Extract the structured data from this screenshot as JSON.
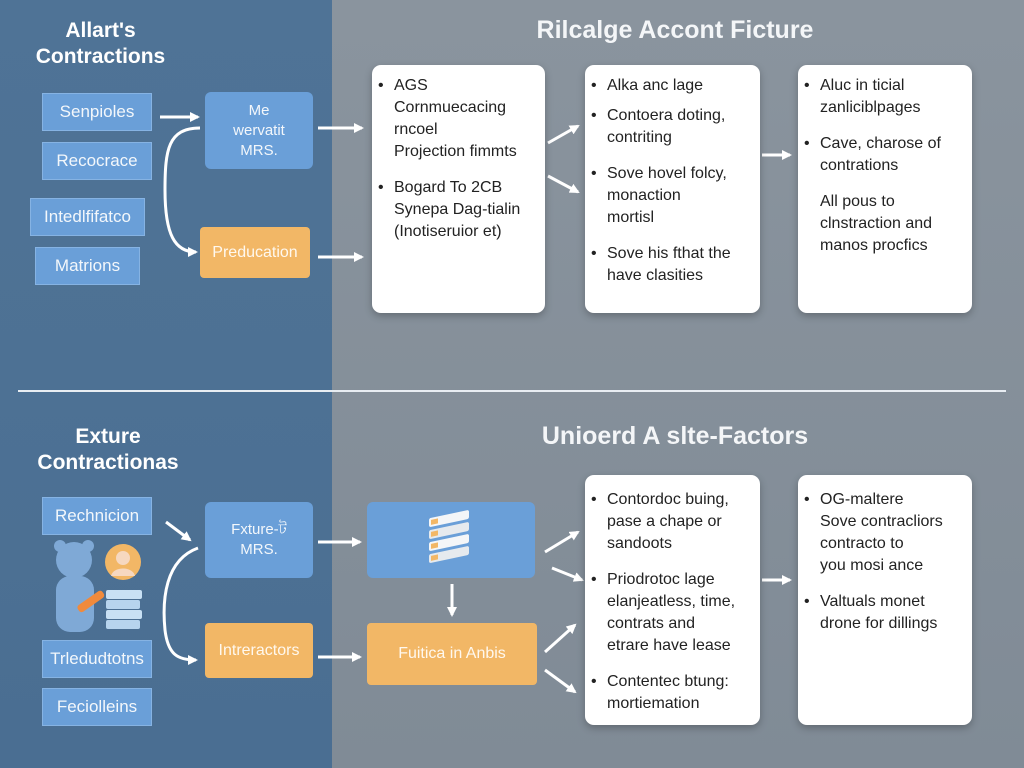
{
  "top": {
    "left_title": [
      "Allart's",
      "Contractions"
    ],
    "right_title": "Rilcalge Accont Ficture",
    "tags": [
      "Senpioles",
      "Recocrace",
      "Intedlfifatco",
      "Matrions"
    ],
    "blue_node": [
      "Me",
      "wervatit",
      "MRS."
    ],
    "orange_node": "Preducation",
    "card1": [
      {
        "bullet": true,
        "lines": [
          "AGS",
          "Cornmuecacing",
          "rncoel",
          "Projection fimmts"
        ]
      },
      {
        "bullet": true,
        "lines": [
          "Bogard To 2CB",
          "Synepa Dag-tialin",
          "(Inotiseruior et)"
        ]
      }
    ],
    "card2": [
      {
        "bullet": true,
        "lines": [
          "Alka anc lage"
        ]
      },
      {
        "bullet": true,
        "lines": [
          "Contoera doting,",
          "contriting"
        ]
      },
      {
        "bullet": true,
        "lines": [
          "Sove hovel folcy,",
          "monaction",
          "mortisl"
        ]
      },
      {
        "bullet": true,
        "lines": [
          "Sove his fthat the",
          "have clasities"
        ]
      }
    ],
    "card3": [
      {
        "bullet": true,
        "lines": [
          "Aluc in ticial",
          "zanliciblpages"
        ]
      },
      {
        "bullet": true,
        "lines": [
          "Cave, charose of",
          "contrations"
        ]
      },
      {
        "bullet": false,
        "lines": [
          "All pous to",
          "clnstraction and",
          "manos procfics"
        ]
      }
    ]
  },
  "bottom": {
    "left_title": [
      "Exture",
      "Contractionas"
    ],
    "right_title": "Unioerd A slte-Factors",
    "tags": [
      "Rechnicion",
      "Trledudtotns",
      "Feciolleins"
    ],
    "blue_node": [
      "Fxture-ট",
      "MRS."
    ],
    "orange_node": "Intreractors",
    "orange_node2": "Fuitica in Anbis",
    "card2": [
      {
        "bullet": true,
        "lines": [
          "Contordoc buing,",
          "pase a chape or",
          "sandoots"
        ]
      },
      {
        "bullet": true,
        "lines": [
          "Priodrotoc lage",
          "elanjeatless, time,",
          "contrats and",
          "etrare have lease"
        ]
      },
      {
        "bullet": true,
        "lines": [
          "Contentec btung:",
          "mortiemation"
        ]
      }
    ],
    "card3": [
      {
        "bullet": true,
        "lines": [
          "OG-maltere",
          "Sove contracliors",
          "contracto to",
          "you mosi ance"
        ]
      },
      {
        "bullet": true,
        "lines": [
          "Valtuals monet",
          "drone for dillings"
        ]
      }
    ]
  },
  "icons": [
    "server-stack-icon",
    "person-with-books-icon",
    "person-avatar-icon"
  ],
  "colors": {
    "left_panel": "#4f7396",
    "right_panel": "#848f9a",
    "tag_blue": "#6a9fd8",
    "orange": "#f2b766",
    "card": "#ffffff",
    "arrow": "#ffffff"
  }
}
